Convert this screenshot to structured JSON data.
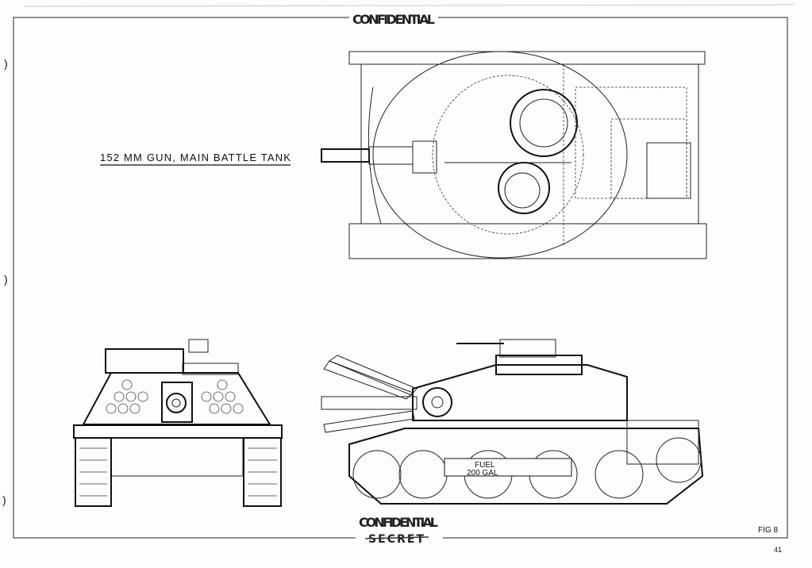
{
  "stamps": {
    "top": "CONFIDENTIAL",
    "bottom": "CONFIDENTIAL",
    "bottom_struck": "SECRET"
  },
  "drawing": {
    "title": "152 MM GUN, MAIN BATTLE TANK",
    "fuel_label_1": "FUEL",
    "fuel_label_2": "200 GAL",
    "figure": "FIG 8",
    "page_number": "41"
  }
}
